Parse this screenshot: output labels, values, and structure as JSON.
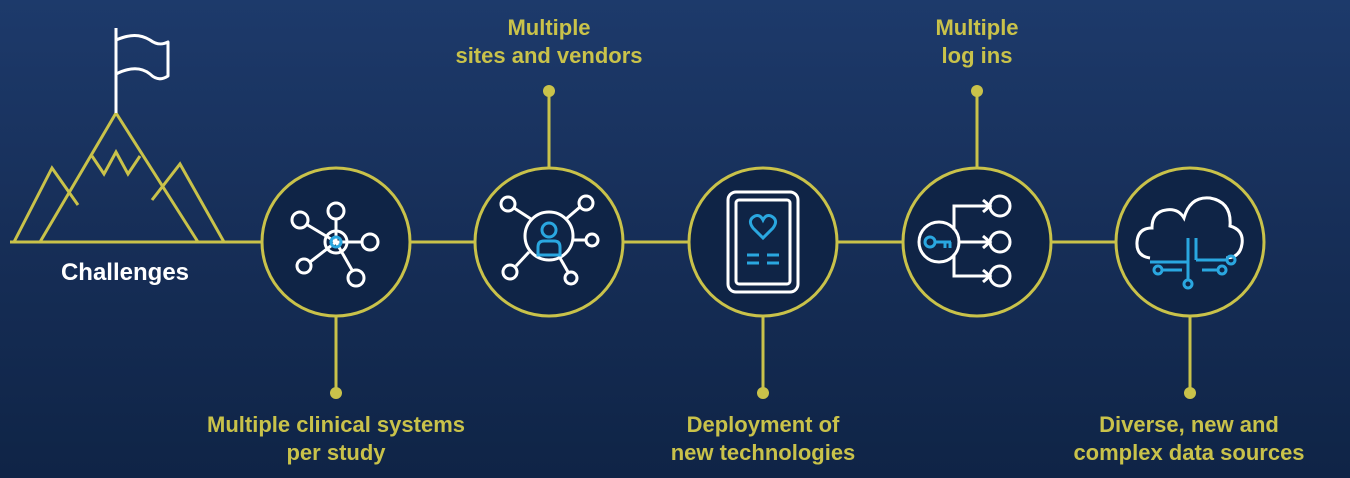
{
  "colors": {
    "accent": "#c9c24a",
    "circle_fill": "#0f2446",
    "icon_white": "#ffffff",
    "icon_blue": "#2aa7e0",
    "background": "#172f59"
  },
  "start": {
    "title": "Challenges",
    "icons": [
      "flag-icon",
      "mountain-icon"
    ]
  },
  "nodes": [
    {
      "icon": "network-nodes-icon",
      "label": "Multiple clinical systems\nper study",
      "position": "below"
    },
    {
      "icon": "user-network-icon",
      "label": "Multiple\nsites and vendors",
      "position": "above"
    },
    {
      "icon": "tablet-heart-icon",
      "label": "Deployment of\nnew technologies",
      "position": "below"
    },
    {
      "icon": "key-login-icon",
      "label": "Multiple\nlog ins",
      "position": "above"
    },
    {
      "icon": "cloud-data-icon",
      "label": "Diverse, new and\ncomplex data sources",
      "position": "below"
    }
  ]
}
